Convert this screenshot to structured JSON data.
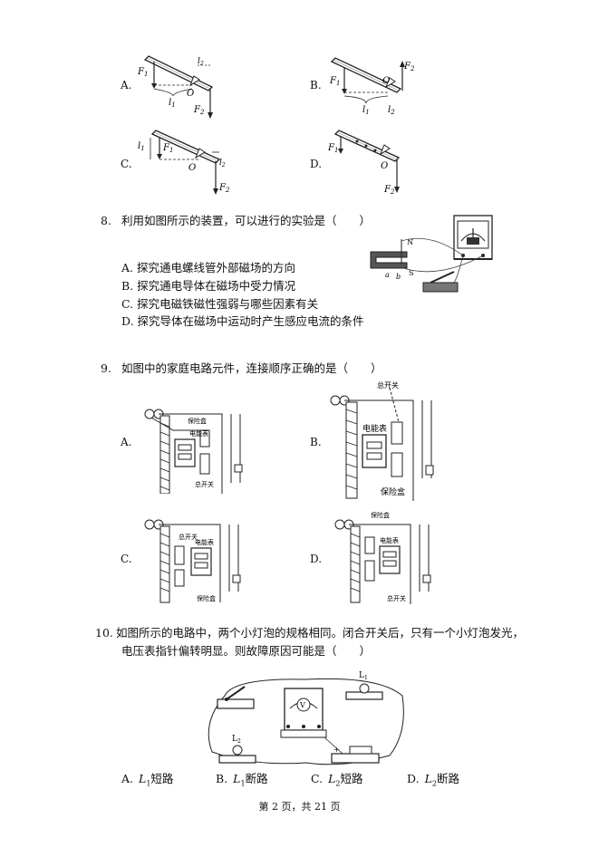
{
  "q7": {
    "options": [
      "A.",
      "B.",
      "C.",
      "D."
    ],
    "fig_labels": {
      "F1": "F",
      "F1_sub": "1",
      "F2": "F",
      "F2_sub": "2",
      "l1": "l",
      "l1_sub": "1",
      "l2": "l",
      "l2_sub": "2",
      "O": "O"
    }
  },
  "q8": {
    "number": "8.",
    "stem": "利用如图所示的装置，可以进行的实验是（　　）",
    "options": [
      "A. 探究通电螺线管外部磁场的方向",
      "B. 探究通电导体在磁场中受力情况",
      "C. 探究电磁铁磁性强弱与哪些因素有关",
      "D. 探究导体在磁场中运动时产生感应电流的条件"
    ],
    "fig_labels": {
      "N": "N",
      "S": "S",
      "a": "a",
      "b": "b"
    }
  },
  "q9": {
    "number": "9.",
    "stem": "如图中的家庭电路元件，连接顺序正确的是（　　）",
    "options": [
      "A.",
      "B.",
      "C.",
      "D."
    ],
    "figA": {
      "fuse_box": "保险盒",
      "meter": "电能表",
      "main_switch": "总开关"
    },
    "figB": {
      "main_switch": "总开关",
      "meter": "电能表",
      "fuse_box": "保险盒"
    },
    "figC": {
      "main_switch": "总开关",
      "meter": "电能表",
      "fuse_box": "保险盒"
    },
    "figD": {
      "fuse_box": "保险盒",
      "meter": "电能表",
      "main_switch": "总开关"
    }
  },
  "q10": {
    "number": "10.",
    "stem_line1": "如图所示的电路中，两个小灯泡的规格相同。闭合开关后，只有一个小灯泡发光，",
    "stem_line2": "电压表指针偏转明显。则故障原因可能是（　　）",
    "fig_labels": {
      "L1": "L",
      "L1_sub": "1",
      "L2": "L",
      "L2_sub": "2",
      "V": "V"
    },
    "options": [
      {
        "letter": "A.",
        "sym": "L",
        "sub": "1",
        "text": "短路"
      },
      {
        "letter": "B.",
        "sym": "L",
        "sub": "1",
        "text": "断路"
      },
      {
        "letter": "C.",
        "sym": "L",
        "sub": "2",
        "text": "短路"
      },
      {
        "letter": "D.",
        "sym": "L",
        "sub": "2",
        "text": "断路"
      }
    ]
  },
  "footer": "第 2 页，共 21 页"
}
